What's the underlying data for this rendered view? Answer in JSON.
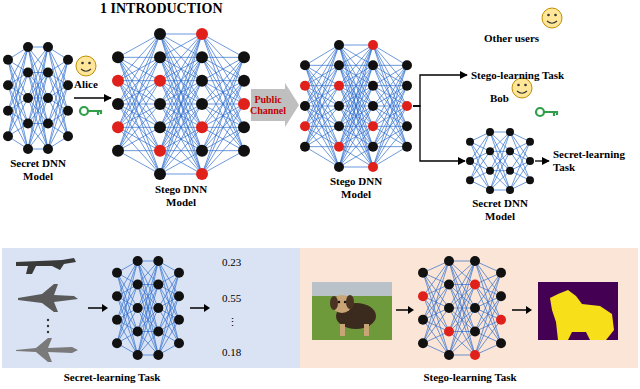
{
  "diagram": {
    "nodes": [
      {
        "text": [
          "Secret DNN Model"
        ]
      },
      {
        "text": [
          "Stego DNN Model"
        ]
      },
      {
        "text": [
          "Stego DNN Model"
        ]
      },
      {
        "text": [
          "Stego-learning Task"
        ]
      },
      {
        "text": [
          "Secret DNN Model"
        ]
      },
      {
        "text": [
          "Secret-learning Task"
        ]
      },
      {
        "text": [
          "Secret-learning Task"
        ]
      },
      {
        "text": [
          "Stego-learning Task"
        ]
      }
    ],
    "edges": [
      {
        "from": 0,
        "to": 1,
        "arrow": "to"
      },
      {
        "from": 1,
        "to": 2,
        "label": "Public Channel",
        "arrow": "to"
      },
      {
        "from": 2,
        "to": 3,
        "arrow": "to"
      },
      {
        "from": 2,
        "to": 4,
        "arrow": "to"
      },
      {
        "from": 4,
        "to": 5,
        "arrow": "to"
      }
    ],
    "labels": [
      "1 INTRODUCTION",
      "Alice",
      "Other users",
      "Bob",
      "0.23",
      "0.55",
      "⋮",
      "0.18"
    ]
  }
}
